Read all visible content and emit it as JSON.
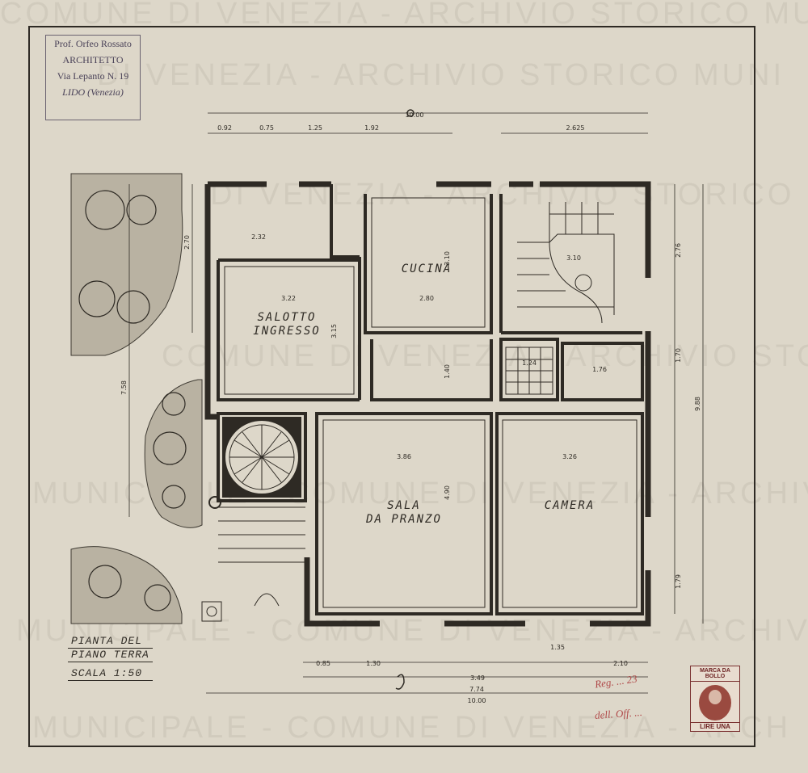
{
  "architect_stamp": {
    "name": "Prof. Orfeo Rossato",
    "title": "ARCHITETTO",
    "address": "Via Lepanto N. 19",
    "city": "LIDO (Venezia)"
  },
  "watermark": "COMUNE DI VENEZIA - ARCHIVIO STORICO MUNICIPALE",
  "rooms": {
    "salotto": "SALOTTO INGRESSO",
    "cucina": "CUCINA",
    "sala": "SALA DA PRANZO",
    "camera": "CAMERA"
  },
  "title_block": {
    "line1": "PIANTA DEL",
    "line2": "PIANO TERRA",
    "line3": "SCALA 1:50"
  },
  "dimensions": {
    "total_width_top": "10.00",
    "total_width_bottom": "10.00",
    "width_774": "7.74",
    "width_349": "3.49",
    "width_210": "2.10",
    "width_135": "1.35",
    "width_2625": "2.625",
    "depth_988": "9.88",
    "depth_758": "7.58",
    "salotto_w": "3.22",
    "salotto_d": "3.15",
    "room_232": "2.32",
    "cucina_w": "2.80",
    "cucina_d": "3.10",
    "sala_w": "3.86",
    "sala_d": "4.90",
    "camera_w": "3.26",
    "bath_w": "1.76",
    "wc_w": "1.24",
    "stair_310": "3.10",
    "hall_140": "1.40",
    "top_092": "0.92",
    "top_075": "0.75",
    "top_125": "1.25",
    "top_192": "1.92",
    "bot_085": "0.85",
    "bot_130": "1.30",
    "side_270": "2.70",
    "side_276": "2.76",
    "side_170": "1.70",
    "side_179": "1.79"
  },
  "revenue_stamp": {
    "top": "MARCA DA BOLLO",
    "bottom": "LIRE UNA"
  },
  "signature": {
    "line1": "Reg. ... 23",
    "line2": "dell. Off. ..."
  },
  "colors": {
    "paper": "#ddd7c9",
    "ink": "#2e2a24",
    "stamp_ink": "#4a4258",
    "red_ink": "#b04a4a"
  }
}
